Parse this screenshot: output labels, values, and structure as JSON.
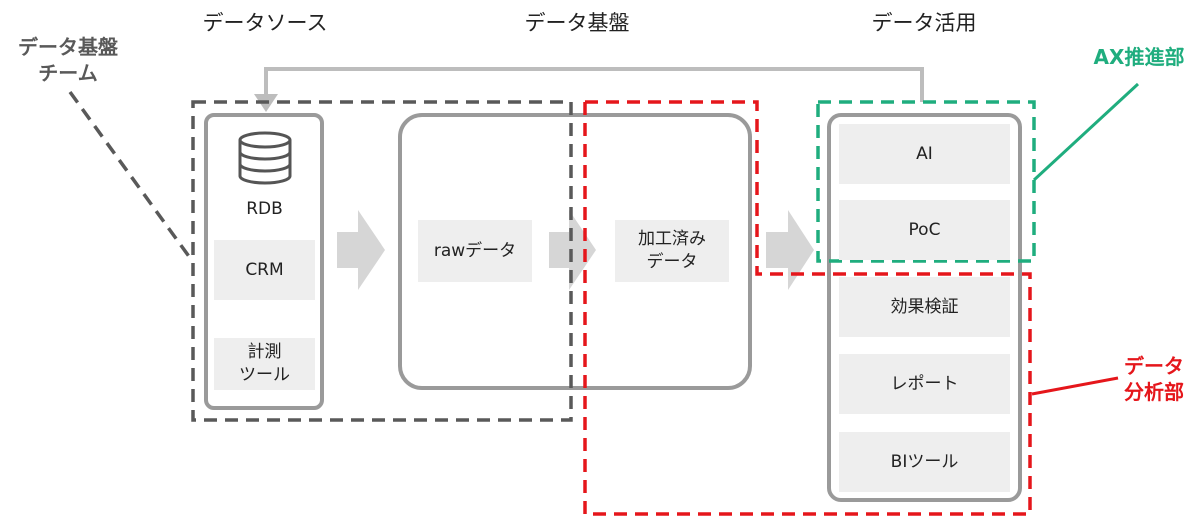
{
  "column_headers": {
    "source": "データソース",
    "platform": "データ基盤",
    "usage": "データ活用"
  },
  "teams": {
    "data_platform_team": {
      "line1": "データ基盤",
      "line2": "チーム",
      "color": "#595959"
    },
    "ax_team": {
      "label": "AX推進部",
      "color": "#1fad7e"
    },
    "analytics_team": {
      "line1": "データ",
      "line2": "分析部",
      "color": "#e5161b"
    }
  },
  "sources": {
    "db_icon": "database-icon",
    "rdb": "RDB",
    "crm": "CRM",
    "measure_line1": "計測",
    "measure_line2": "ツール"
  },
  "platform": {
    "raw": "rawデータ",
    "processed_line1": "加工済み",
    "processed_line2": "データ"
  },
  "usage_items": [
    "AI",
    "PoC",
    "効果検証",
    "レポート",
    "BIツール"
  ],
  "colors": {
    "container_stroke": "#999999",
    "box_fill": "#eeeeee",
    "arrow_fill": "#d6d6d6",
    "feedback_line": "#bdbdbd"
  }
}
